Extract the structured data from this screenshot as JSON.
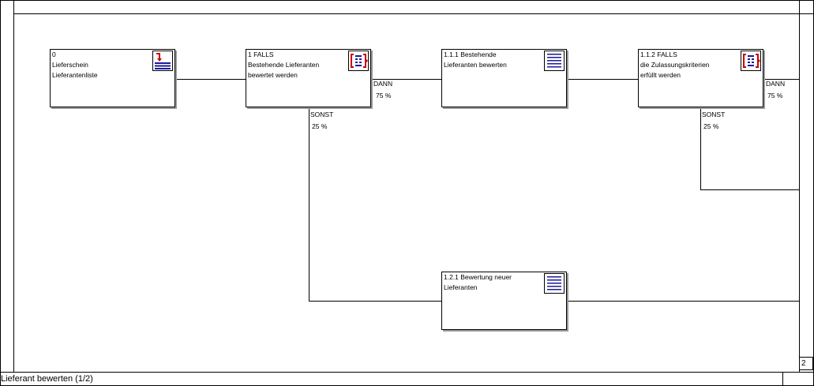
{
  "nodes": {
    "n0": {
      "text": "0\nLieferschein\nLieferantenliste",
      "icon": "input-output-icon"
    },
    "n1": {
      "text": "1 FALLS\nBestehende Lieferanten\nbewertet werden",
      "icon": "decision-icon"
    },
    "n111": {
      "text": "1.1.1 Bestehende\nLieferanten bewerten",
      "icon": "document-lines-icon"
    },
    "n112": {
      "text": "1.1.2 FALLS\ndie Zulassungskriterien\nerfüllt werden",
      "icon": "decision-icon"
    },
    "n121": {
      "text": "1.2.1 Bewertung neuer\nLieferanten",
      "icon": "document-lines-icon"
    }
  },
  "branches": {
    "b1_then": {
      "label": "DANN",
      "pct": "75 %"
    },
    "b1_else": {
      "label": "SONST",
      "pct": "25 %"
    },
    "b112_then": {
      "label": "DANN",
      "pct": "75 %"
    },
    "b112_else": {
      "label": "SONST",
      "pct": "25 %"
    }
  },
  "footer": {
    "title": "Lieferant bewerten (1/2)",
    "page": "2"
  },
  "colors": {
    "icon_red": "#cc0000",
    "icon_blue": "#1a1a9a",
    "shadow": "#9a9a9a"
  }
}
